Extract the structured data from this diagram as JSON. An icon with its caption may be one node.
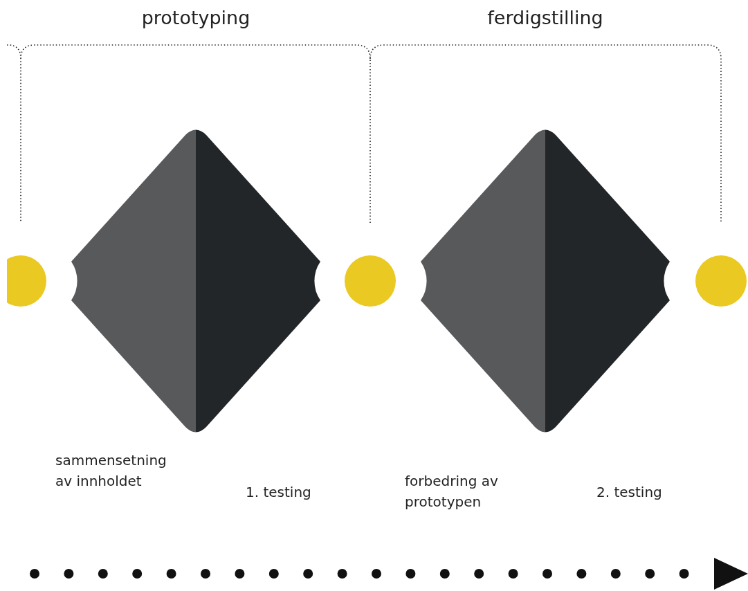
{
  "diagram": {
    "nodes": [
      {
        "text": [],
        "shape": "circle"
      },
      {
        "text": [],
        "shape": "diamond",
        "beside": [
          "sammensetning av innholdet",
          "1. testing"
        ]
      },
      {
        "text": [],
        "shape": "circle"
      },
      {
        "text": [],
        "shape": "diamond",
        "beside": [
          "forbedring av prototypen",
          "2. testing"
        ]
      },
      {
        "text": [],
        "shape": "circle"
      }
    ],
    "labels": [
      "prototyping",
      "ferdigstilling"
    ]
  }
}
